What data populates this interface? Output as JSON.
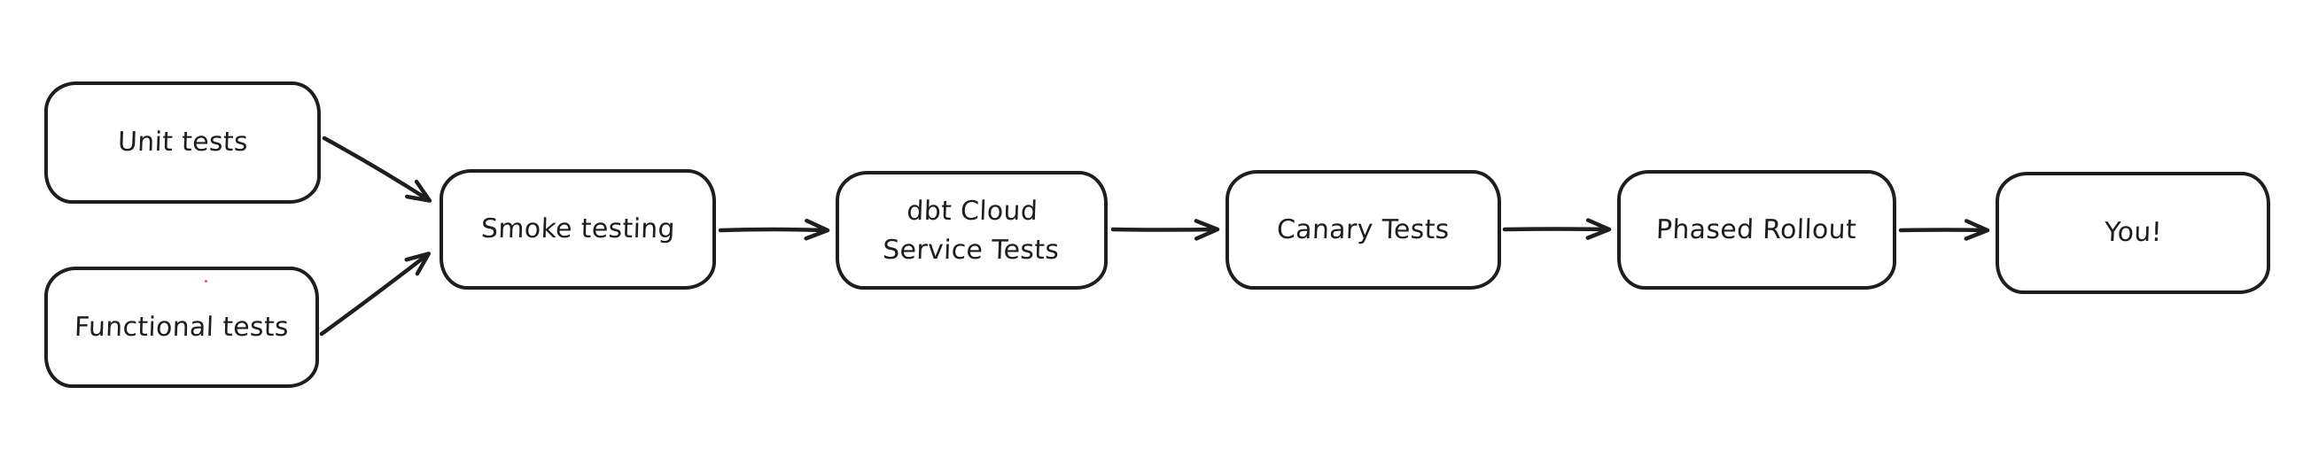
{
  "diagram": {
    "background_color": "#ffffff",
    "stroke_color": "#1e1e1e",
    "node_fill_color": "#ffffff",
    "stray_dot_color": "#d9442e",
    "nodes": [
      {
        "id": "unit-tests",
        "label": "Unit tests"
      },
      {
        "id": "functional-tests",
        "label": "Functional tests"
      },
      {
        "id": "smoke-testing",
        "label": "Smoke testing"
      },
      {
        "id": "dbt-cloud-service-tests",
        "label": "dbt Cloud\nService Tests"
      },
      {
        "id": "canary-tests",
        "label": "Canary Tests"
      },
      {
        "id": "phased-rollout",
        "label": "Phased Rollout"
      },
      {
        "id": "you",
        "label": "You!"
      }
    ],
    "edges": [
      {
        "from": "unit-tests",
        "to": "smoke-testing"
      },
      {
        "from": "functional-tests",
        "to": "smoke-testing"
      },
      {
        "from": "smoke-testing",
        "to": "dbt-cloud-service-tests"
      },
      {
        "from": "dbt-cloud-service-tests",
        "to": "canary-tests"
      },
      {
        "from": "canary-tests",
        "to": "phased-rollout"
      },
      {
        "from": "phased-rollout",
        "to": "you"
      }
    ]
  }
}
